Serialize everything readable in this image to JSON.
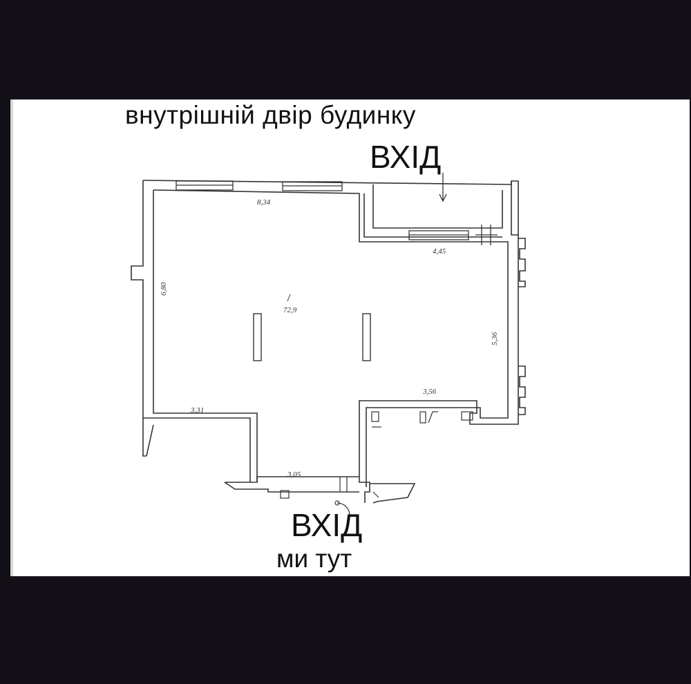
{
  "labels": {
    "courtyard": "внутрішній двір будинку",
    "entrance_top": "ВХІД",
    "entrance_bottom": "ВХІД",
    "we_are_here": "ми тут"
  },
  "dimensions": {
    "top_wall": "8,34",
    "left_wall": "6,80",
    "right_upper": "4,45",
    "right_wall": "5,36",
    "right_lower": "3,56",
    "left_lower": "3,31",
    "bottom": "3,05",
    "room_area": "72,9"
  },
  "colors": {
    "background": "#141018",
    "paper": "#ffffff",
    "line": "#333333"
  }
}
